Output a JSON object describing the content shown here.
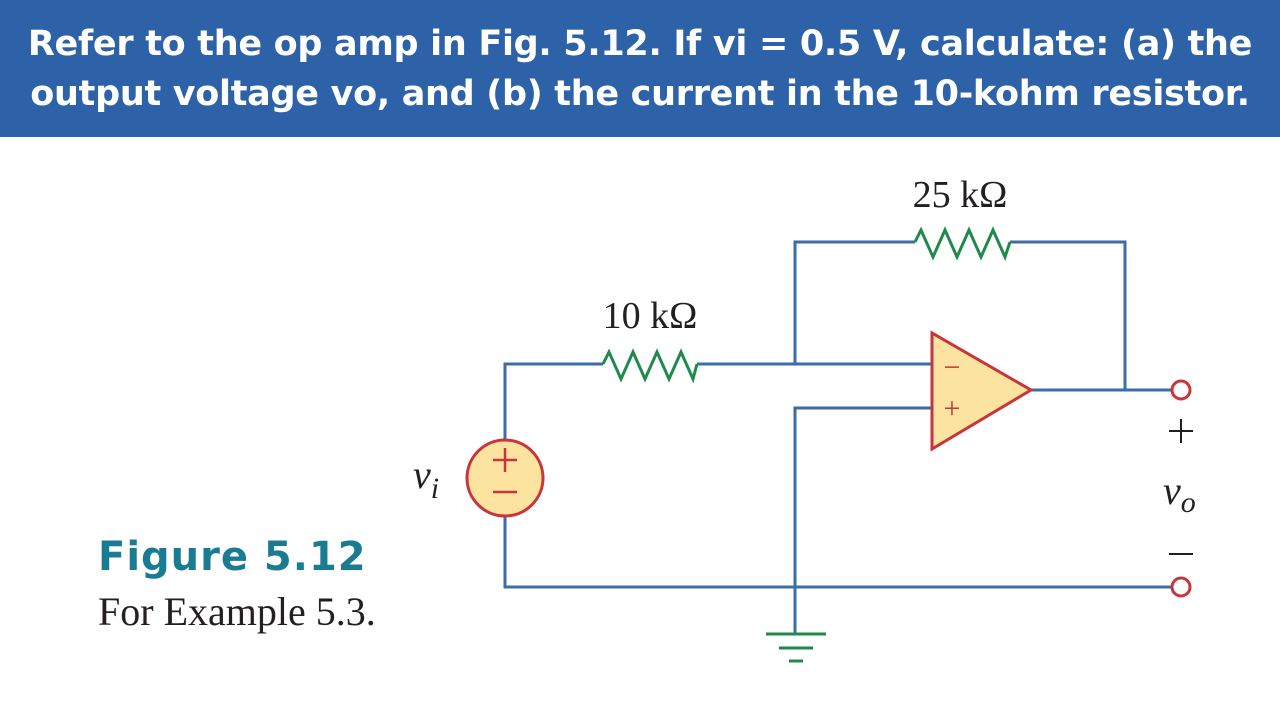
{
  "header": {
    "question": "Refer to the op amp in Fig. 5.12. If vi = 0.5 V, calculate: (a) the output voltage vo, and (b) the current in the 10-kohm resistor."
  },
  "colors": {
    "header_bg": "#2d62a8",
    "wire": "#3a6ea5",
    "resistor": "#1f8a4c",
    "component_outline": "#c8353b",
    "component_fill": "#fde3a0",
    "figure_title": "#1a7c93"
  },
  "circuit": {
    "input_resistor": {
      "label": "10 kΩ",
      "value_kohm": 10
    },
    "feedback_resistor": {
      "label": "25 kΩ",
      "value_kohm": 25
    },
    "source": {
      "label_main": "v",
      "label_sub": "i",
      "plus": "+",
      "minus": "−"
    },
    "op_amp": {
      "inverting": "−",
      "noninverting": "+"
    },
    "output": {
      "label_main": "v",
      "label_sub": "o",
      "plus": "+",
      "minus": "−"
    },
    "ground": "ground"
  },
  "figure": {
    "title": "Figure 5.12",
    "caption": "For Example 5.3."
  }
}
